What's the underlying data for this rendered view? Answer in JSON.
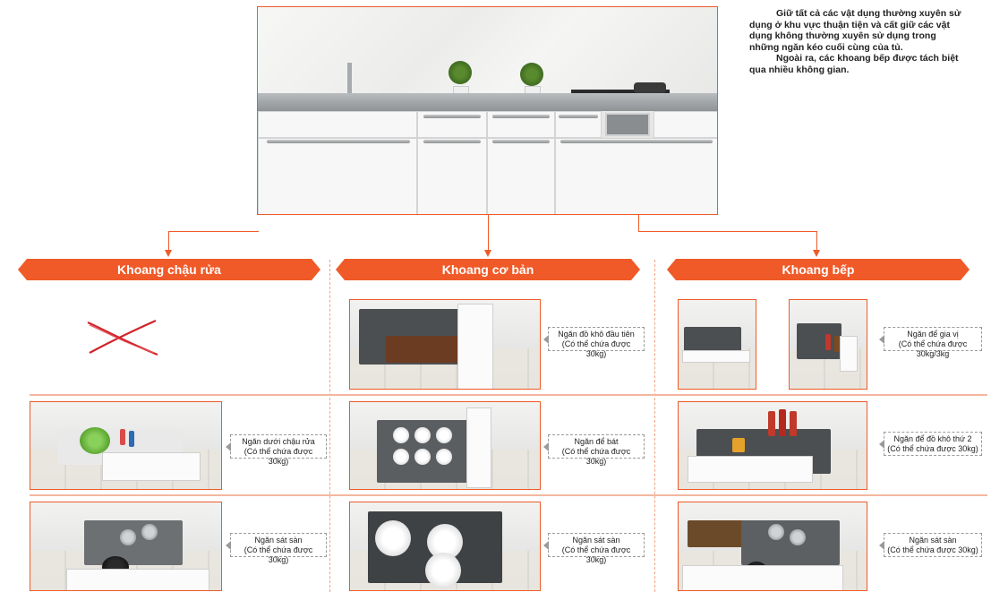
{
  "description": {
    "paragraph1": "Giữ tất cả các vật dụng thường xuyên sử dụng ở khu vực thuận tiện và cất giữ các vật dụng không thường xuyên sử dụng trong những ngăn kéo cuối cùng của tủ.",
    "paragraph2": "Ngoài ra, các khoang bếp được tách biệt qua nhiều không gian."
  },
  "sections": [
    {
      "title": "Khoang chậu rửa"
    },
    {
      "title": "Khoang cơ bản"
    },
    {
      "title": "Khoang bếp"
    }
  ],
  "labels": {
    "co_ban_top": {
      "name": "Ngăn đồ khô đầu tiên",
      "capacity": "(Có thể chứa được 30kg)"
    },
    "bep_top": {
      "name": "Ngăn để gia vị",
      "capacity": "(Có thể chứa được 30kg/3kg"
    },
    "chau_rua_mid": {
      "name": "Ngăn dưới chậu rửa",
      "capacity": "(Có thể chứa được 30kg)"
    },
    "co_ban_mid": {
      "name": "Ngăn để bát",
      "capacity": "(Có thể chứa được 30kg)"
    },
    "bep_mid": {
      "name": "Ngăn để đồ khô thứ 2",
      "capacity": "(Có thể chứa được 30kg)"
    },
    "chau_rua_bottom": {
      "name": "Ngăn sát sàn",
      "capacity": "(Có thể chứa được 30kg)"
    },
    "co_ban_bottom": {
      "name": "Ngăn sát sàn",
      "capacity": "(Có thể chứa được 30kg)"
    },
    "bep_bottom": {
      "name": "Ngăn sát sàn",
      "capacity": "(Có thể chứa được 30kg)"
    }
  },
  "colors": {
    "accent": "#f05a28",
    "cross": "#d2232a"
  },
  "icons": {
    "not_available": "cross-mark-icon"
  }
}
